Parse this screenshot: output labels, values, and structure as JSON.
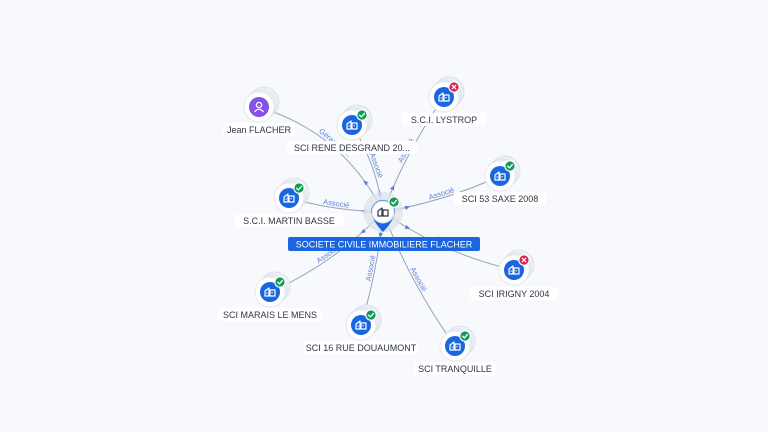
{
  "graph": {
    "center": {
      "label": "SOCIETE CIVILE IMMOBILIERE FLACHER",
      "status": "ok",
      "icon": "building-icon"
    },
    "nodes": [
      {
        "id": "jean",
        "label": "Jean FLACHER",
        "kind": "person",
        "status": null,
        "icon": "person-icon"
      },
      {
        "id": "rene",
        "label": "SCI RENE DESGRAND 20...",
        "kind": "company",
        "status": "ok",
        "icon": "building-icon"
      },
      {
        "id": "lystrop",
        "label": "S.C.I. LYSTROP",
        "kind": "company",
        "status": "ko",
        "icon": "building-icon"
      },
      {
        "id": "saxe",
        "label": "SCI 53 SAXE 2008",
        "kind": "company",
        "status": "ok",
        "icon": "building-icon"
      },
      {
        "id": "martin",
        "label": "S.C.I. MARTIN BASSE",
        "kind": "company",
        "status": "ok",
        "icon": "building-icon"
      },
      {
        "id": "irigny",
        "label": "SCI IRIGNY 2004",
        "kind": "company",
        "status": "ko",
        "icon": "building-icon"
      },
      {
        "id": "marais",
        "label": "SCI MARAIS LE MENS",
        "kind": "company",
        "status": "ok",
        "icon": "building-icon"
      },
      {
        "id": "douaumont",
        "label": "SCI 16 RUE DOUAUMONT",
        "kind": "company",
        "status": "ok",
        "icon": "building-icon"
      },
      {
        "id": "tranquille",
        "label": "SCI TRANQUILLE",
        "kind": "company",
        "status": "ok",
        "icon": "building-icon"
      }
    ],
    "edges": [
      {
        "to": "rene",
        "label": "Associé"
      },
      {
        "to": "lystrop",
        "label": "Associé"
      },
      {
        "to": "saxe",
        "label": "Associé"
      },
      {
        "to": "martin",
        "label": "Associé"
      },
      {
        "to": "irigny",
        "label": "Associé"
      },
      {
        "to": "marais",
        "label": "Associé"
      },
      {
        "to": "douaumont",
        "label": "Associé"
      },
      {
        "to": "tranquille",
        "label": "Associé"
      },
      {
        "to": "jean",
        "label": "Gérant et ..."
      }
    ],
    "colors": {
      "accent": "#1a66e0",
      "person": "#8452e6",
      "ok": "#109b56",
      "ko": "#d8204f",
      "edge": "#9aa3b4",
      "edge_label": "#5b7fd8"
    }
  }
}
